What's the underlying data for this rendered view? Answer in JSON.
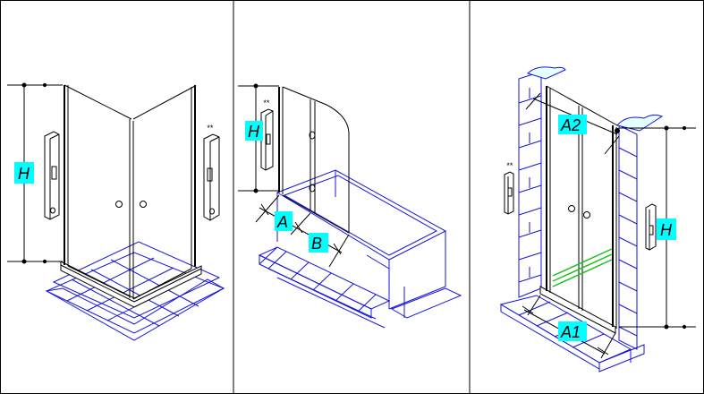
{
  "panels": [
    {
      "id": "corner-enclosure",
      "labels": {
        "height": "H"
      },
      "marks": {
        "handle_note": "**"
      }
    },
    {
      "id": "bath-screen",
      "labels": {
        "height": "H",
        "dim_a": "A",
        "dim_b": "B"
      },
      "marks": {
        "handle_note": "**"
      }
    },
    {
      "id": "niche-door",
      "labels": {
        "height": "H",
        "dim_a1": "A1",
        "dim_a2": "A2"
      },
      "marks": {
        "handle_note": "**"
      }
    }
  ],
  "colors": {
    "label_fill": "#00ffff",
    "line": "#000000",
    "floor_tile": "#1515d8",
    "glass_accent": "#18c018",
    "border": "#000000"
  }
}
